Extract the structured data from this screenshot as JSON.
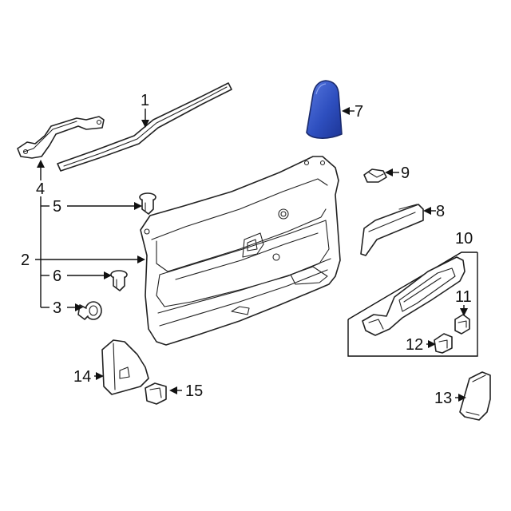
{
  "callouts": [
    {
      "id": "1",
      "text": "1"
    },
    {
      "id": "2",
      "text": "2"
    },
    {
      "id": "3",
      "text": "3"
    },
    {
      "id": "4",
      "text": "4"
    },
    {
      "id": "5",
      "text": "5"
    },
    {
      "id": "6",
      "text": "6"
    },
    {
      "id": "7",
      "text": "7"
    },
    {
      "id": "8",
      "text": "8"
    },
    {
      "id": "9",
      "text": "9"
    },
    {
      "id": "10",
      "text": "10"
    },
    {
      "id": "11",
      "text": "11"
    },
    {
      "id": "12",
      "text": "12"
    },
    {
      "id": "13",
      "text": "13"
    },
    {
      "id": "14",
      "text": "14"
    },
    {
      "id": "15",
      "text": "15"
    }
  ],
  "colors": {
    "highlight_part": "#2e4fbf",
    "line": "#222222",
    "background": "#ffffff"
  },
  "highlighted_part": "7"
}
